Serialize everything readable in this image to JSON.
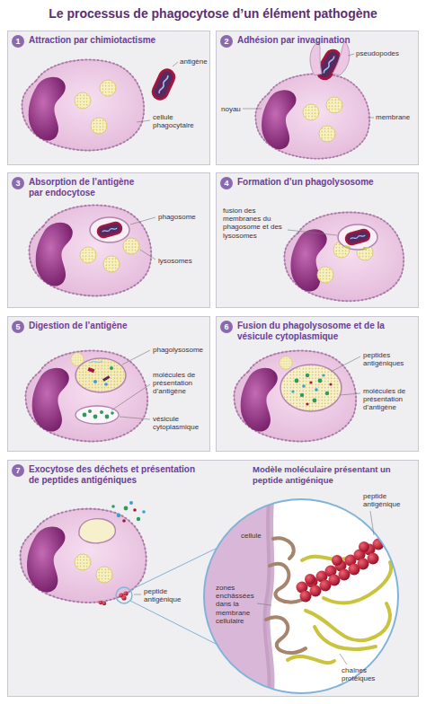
{
  "diagram": {
    "title": "Le processus de phagocytose d’un élément pathogène",
    "nodes": [
      {
        "text": [
          "Attraction par chimiotactisme"
        ]
      },
      {
        "text": [
          "1"
        ],
        "in": 0
      },
      {
        "text": [
          "Adhésion par invagination"
        ]
      },
      {
        "text": [
          "2"
        ],
        "in": 2
      },
      {
        "text": [
          "Absorption de l’antigène par endocytose"
        ]
      },
      {
        "text": [
          "3"
        ],
        "in": 4
      },
      {
        "text": [
          "Formation d’un phagolysosome"
        ]
      },
      {
        "text": [
          "4"
        ],
        "in": 6
      },
      {
        "text": [
          "Digestion de l’antigène"
        ]
      },
      {
        "text": [
          "5"
        ],
        "in": 8
      },
      {
        "text": [
          "Fusion du phagolysosome et de la vésicule cytoplasmique"
        ]
      },
      {
        "text": [
          "6"
        ],
        "in": 10
      },
      {
        "text": [
          "Exocytose des déchets et présentation de peptides antigéniques"
        ]
      },
      {
        "text": [
          "7"
        ],
        "in": 12
      },
      {
        "text": [
          "Modèle moléculaire présentant un peptide antigénique"
        ],
        "in": 12
      }
    ],
    "labels": [
      "antigène",
      "cellule phagocytaire",
      "pseudopodes",
      "noyau",
      "membrane",
      "phagosome",
      "lysosomes",
      "fusion des membranes du phagosome et des lysosomes",
      "phagolysosome",
      "molécules de présentation d’antigène",
      "vésicule cytoplasmique",
      "peptides antigéniques",
      "molécules de présentation d’antigène",
      "peptide antigénique",
      "cellule",
      "peptide antigénique",
      "zones enchâssées dans la membrane cellulaire",
      "chaînes protéiques"
    ]
  }
}
